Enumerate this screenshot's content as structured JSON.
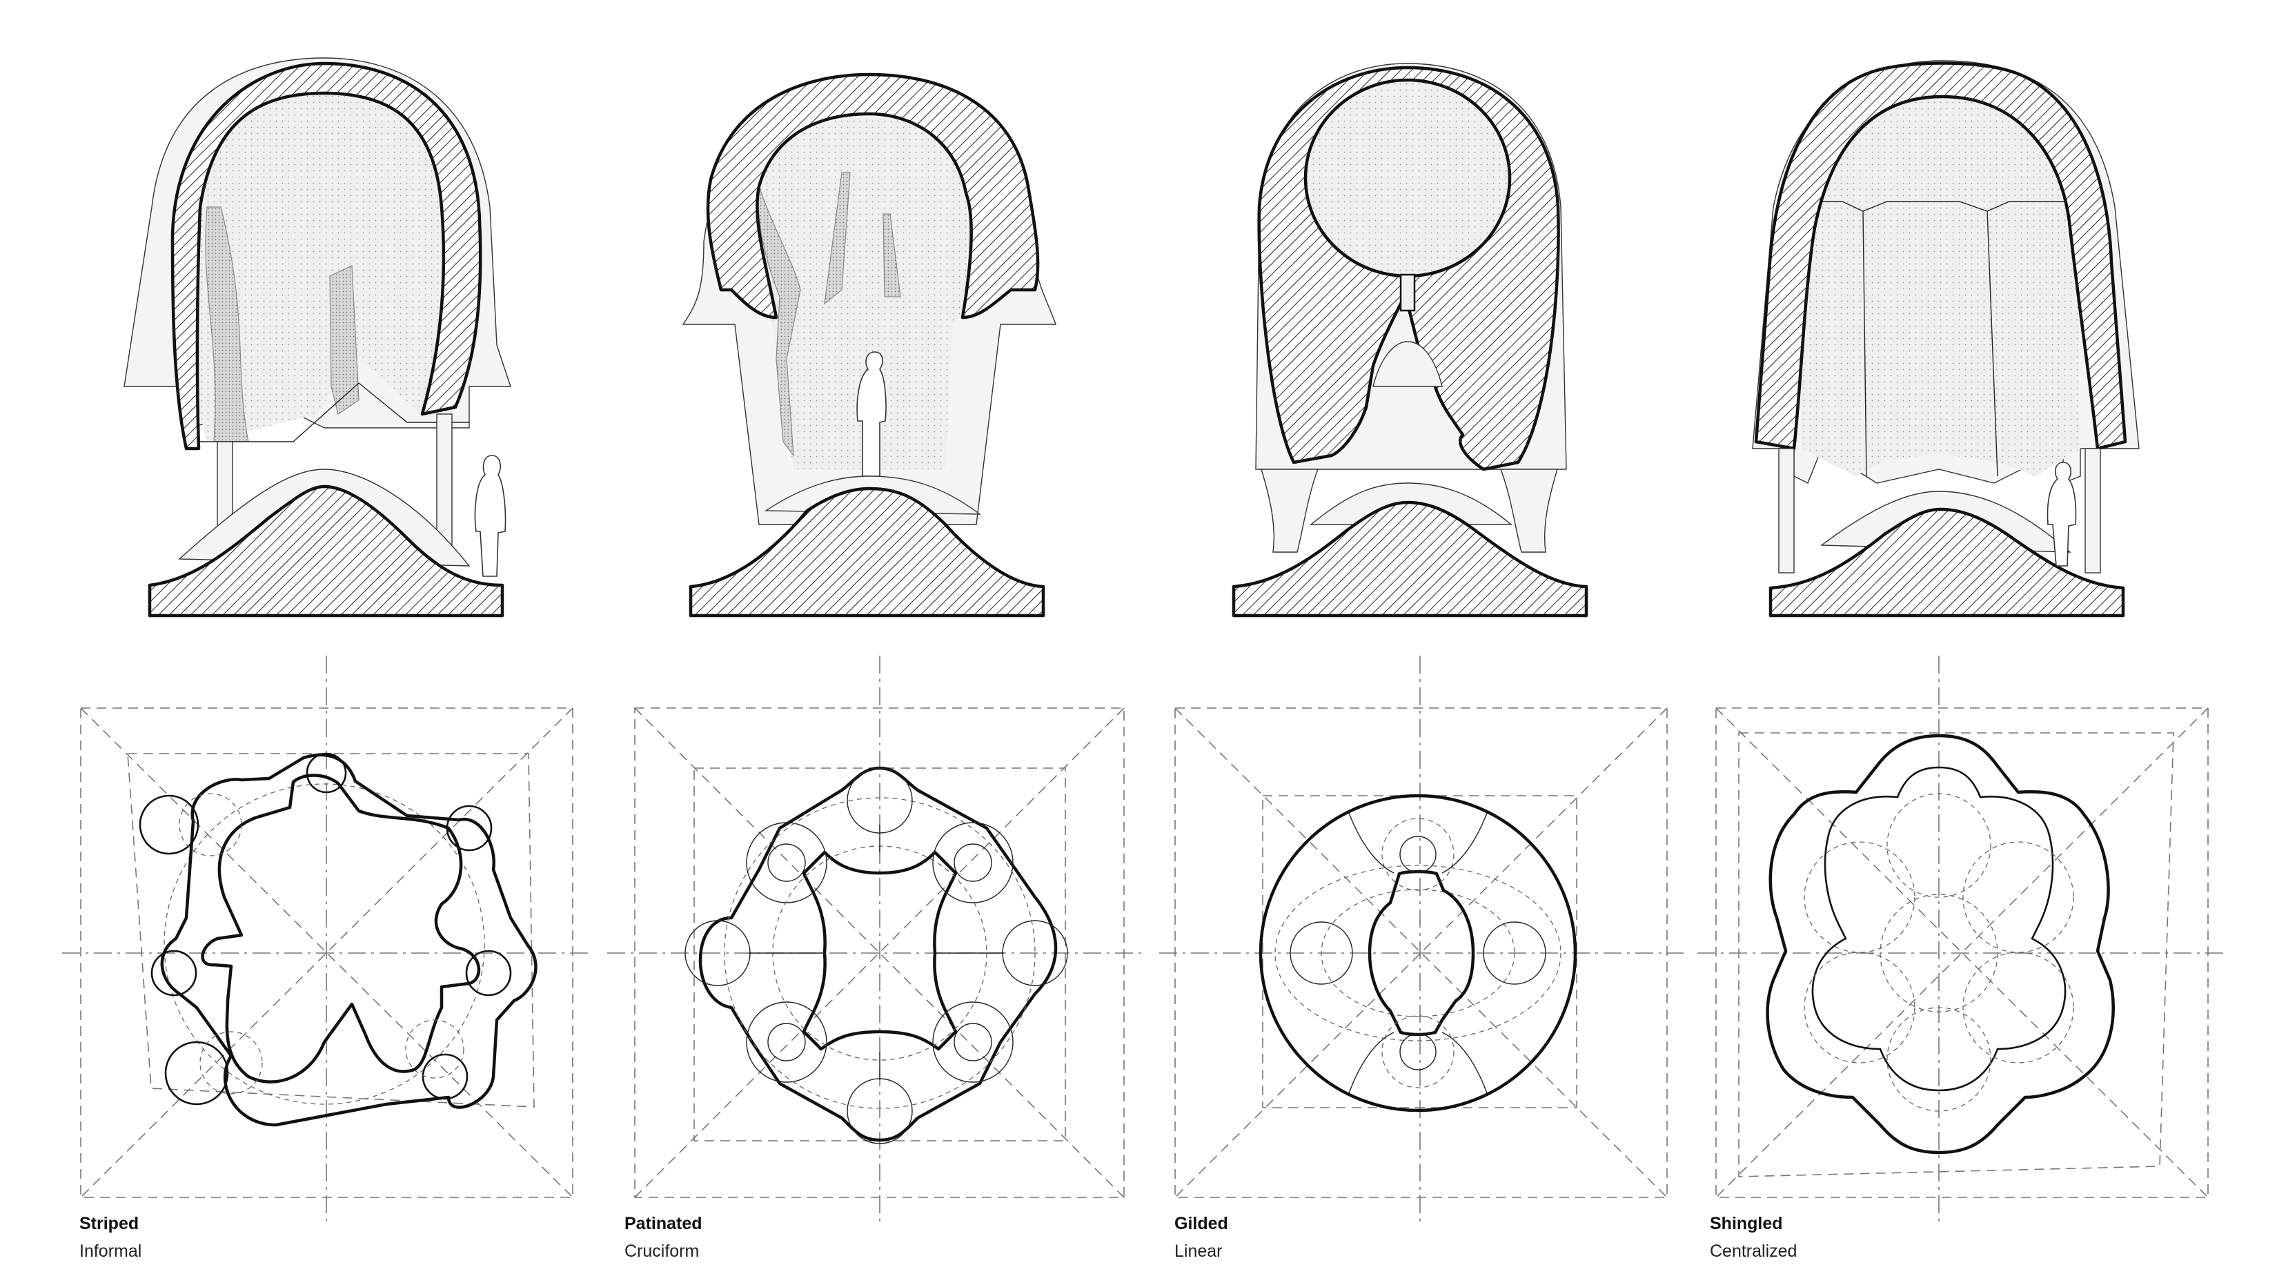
{
  "sheet": {
    "description": "Four pavilion variants, each shown as a section elevation above a plan diagram",
    "line_color": "#111111",
    "construction_line_color": "#777777",
    "fill_light": "#f4f4f4"
  },
  "variants": [
    {
      "title": "Striped",
      "subtitle": "Informal"
    },
    {
      "title": "Patinated",
      "subtitle": "Cruciform"
    },
    {
      "title": "Gilded",
      "subtitle": "Linear"
    },
    {
      "title": "Shingled",
      "subtitle": "Centralized"
    }
  ]
}
